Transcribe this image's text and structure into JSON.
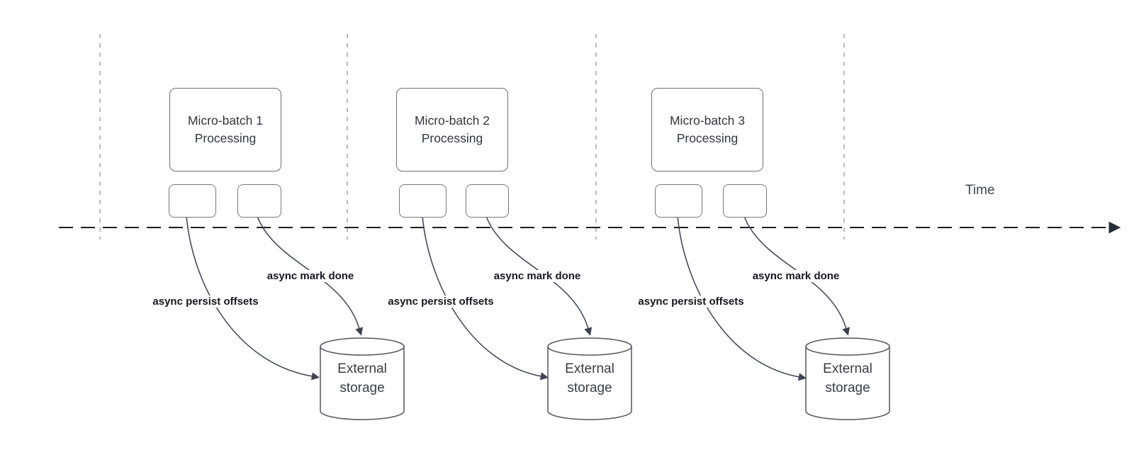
{
  "timeline": {
    "label": "Time"
  },
  "groups": [
    {
      "process_label": "Micro-batch 1 Processing",
      "persist_arrow_label": "async persist offsets",
      "mark_done_arrow_label": "async mark done",
      "storage_label": "External storage"
    },
    {
      "process_label": "Micro-batch 2 Processing",
      "persist_arrow_label": "async persist offsets",
      "mark_done_arrow_label": "async mark done",
      "storage_label": "External storage"
    },
    {
      "process_label": "Micro-batch 3 Processing",
      "persist_arrow_label": "async persist offsets",
      "mark_done_arrow_label": "async mark done",
      "storage_label": "External storage"
    }
  ],
  "colors": {
    "timeline_line": "#1c1c22",
    "connector_line": "#3f4350",
    "guide_line": "#a9a9b0",
    "shape_border": "#6f6f78",
    "cylinder_border": "#55555e",
    "label_text": "#17171f",
    "shape_text": "#33363f",
    "background": "#ffffff"
  }
}
